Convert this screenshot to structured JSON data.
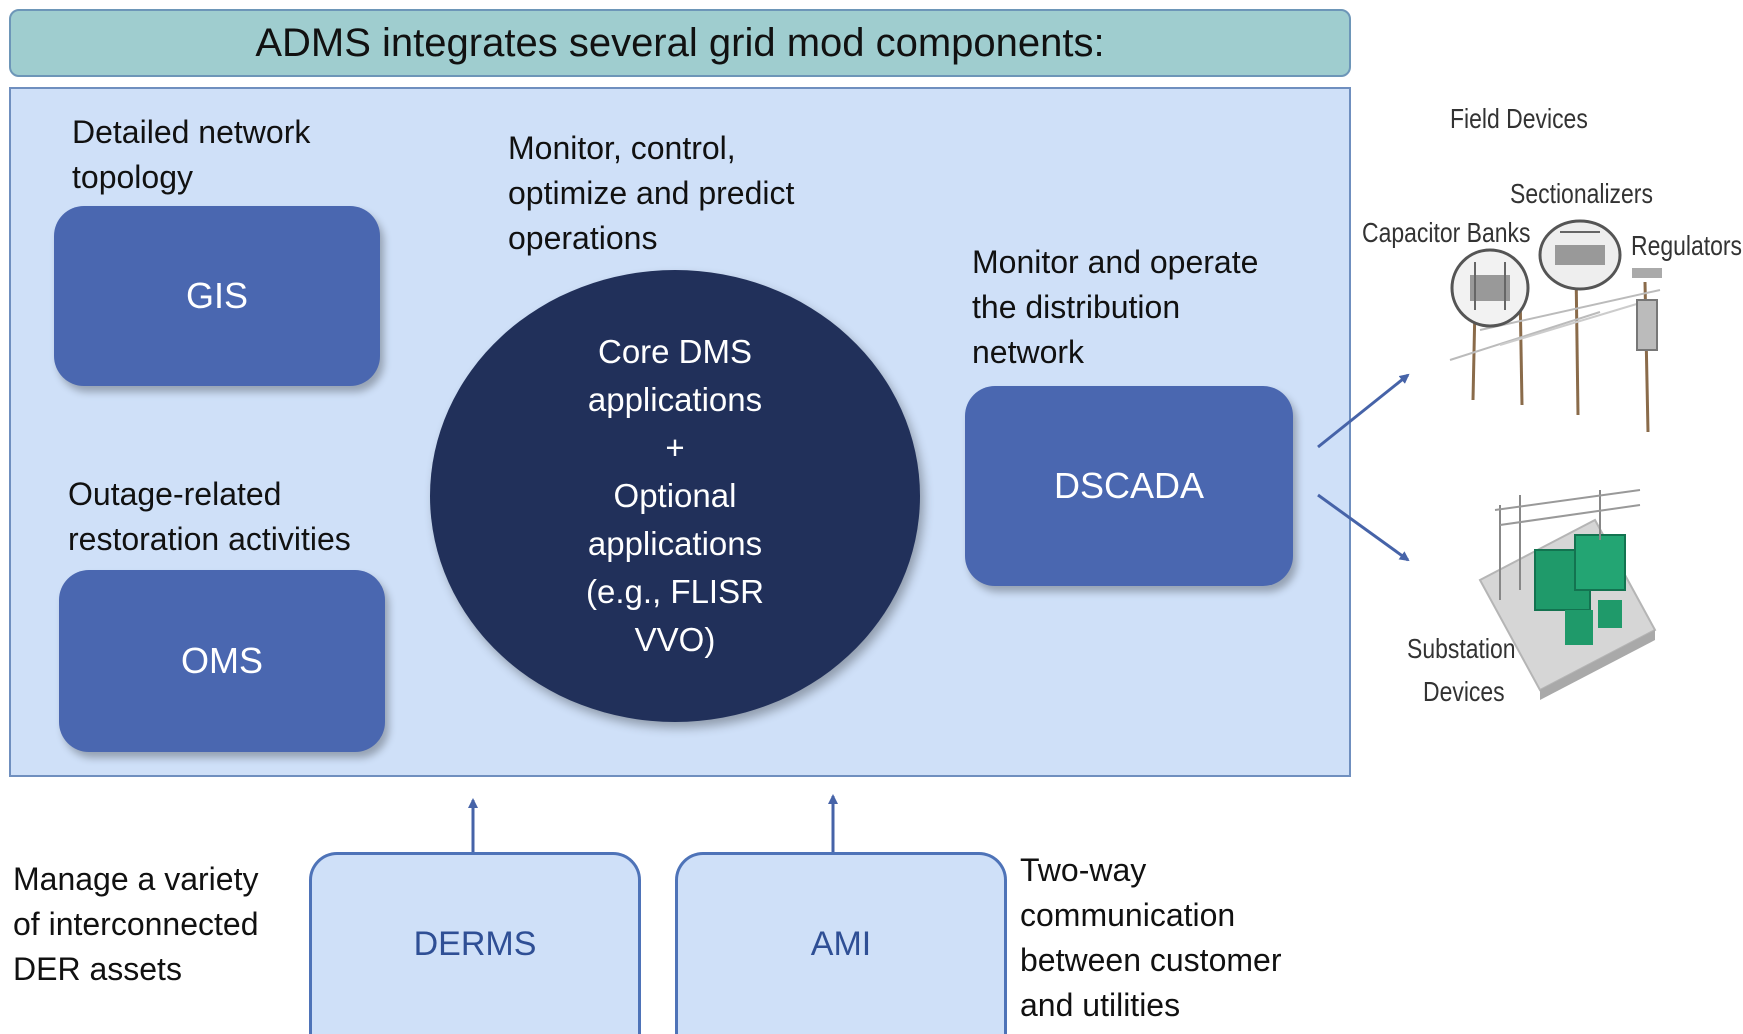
{
  "title": "ADMS integrates several grid mod components:",
  "components": {
    "gis": {
      "label": "GIS",
      "caption": [
        "Detailed network",
        "topology"
      ]
    },
    "oms": {
      "label": "OMS",
      "caption": [
        "Outage-related",
        "restoration activities"
      ]
    },
    "core": {
      "caption": [
        "Monitor, control,",
        "optimize and predict",
        "operations"
      ],
      "lines": [
        "Core DMS",
        "applications",
        "+",
        "Optional",
        "applications",
        "(e.g., FLISR",
        "VVO)"
      ]
    },
    "dscada": {
      "label": "DSCADA",
      "caption": [
        "Monitor and operate",
        "the distribution",
        "network"
      ]
    },
    "derms": {
      "label": "DERMS",
      "caption": [
        "Manage a variety",
        "of interconnected",
        "DER assets"
      ]
    },
    "ami": {
      "label": "AMI",
      "caption": [
        "Two-way",
        "communication",
        "between customer",
        "and utilities"
      ]
    }
  },
  "field": {
    "heading": "Field Devices",
    "sectionalizers": "Sectionalizers",
    "capacitor_banks": "Capacitor Banks",
    "regulators": "Regulators",
    "substation": [
      "Substation",
      "Devices"
    ]
  },
  "colors": {
    "title_bar": "#9fcdcf",
    "panel": "#cfe0f8",
    "dark_box": "#4a67b0",
    "core_circle": "#21305a",
    "arrow": "#4663a8",
    "substation_green": "#1f9a6a"
  }
}
